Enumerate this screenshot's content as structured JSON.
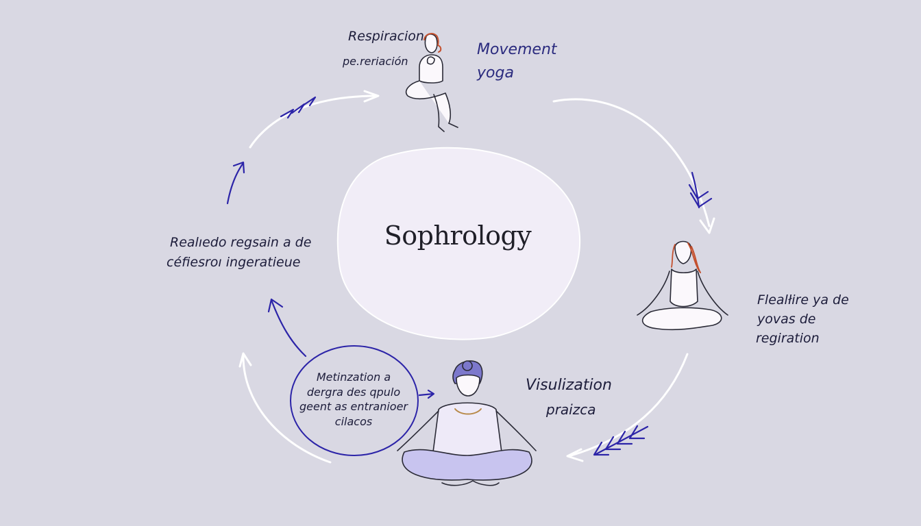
{
  "center": {
    "title": "Sophrology"
  },
  "labels": {
    "respiration": {
      "line1": "Respiracion",
      "line2": "pe.reriación"
    },
    "movement": {
      "line1": "Movement",
      "line2": "yoga"
    },
    "flexibility": {
      "line1": "Flealłire ya de",
      "line2": "yovas de",
      "line3": "regiration"
    },
    "visualization": {
      "line1": "Visulization",
      "line2": "praizca"
    },
    "realization": {
      "line1": "Realıedo regsain a de",
      "line2": "céfiesroı ingeratieue"
    },
    "meditation": {
      "line1": "Metinzation a",
      "line2": "dergra des qpulo",
      "line3": "geent as entranioer",
      "line4": "cilacos"
    }
  },
  "icons": [
    "woman-sitting-icon",
    "woman-lotus-icon",
    "woman-meditating-icon"
  ],
  "colors": {
    "background": "#d9d8e3",
    "center_blob": "#f1edf7",
    "arrow_blue": "#2c24a8",
    "arrow_white": "#ffffff",
    "ink": "#1c1c3a"
  }
}
